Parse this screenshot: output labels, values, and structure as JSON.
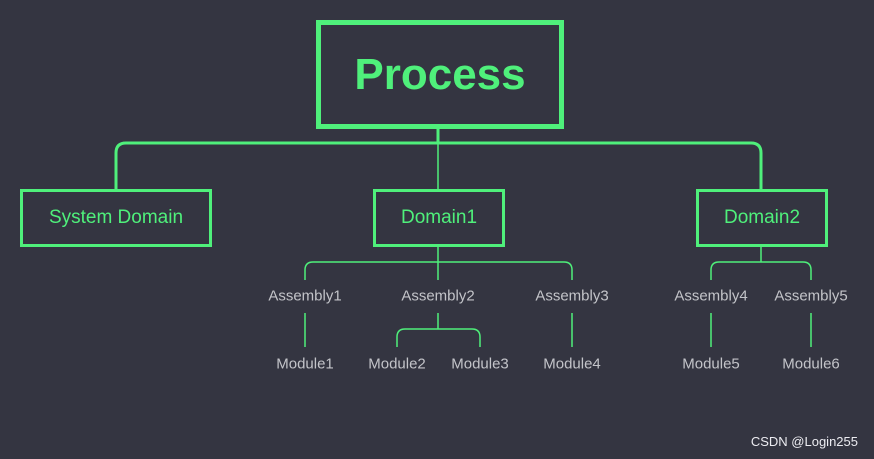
{
  "colors": {
    "background": "#343541",
    "accent": "#4ff07b",
    "label": "#c3c4c9"
  },
  "root": "Process",
  "domains": [
    "System Domain",
    "Domain1",
    "Domain2"
  ],
  "assemblies": [
    "Assembly1",
    "Assembly2",
    "Assembly3",
    "Assembly4",
    "Assembly5"
  ],
  "modules": [
    "Module1",
    "Module2",
    "Module3",
    "Module4",
    "Module5",
    "Module6"
  ],
  "watermark": "CSDN @Login255"
}
